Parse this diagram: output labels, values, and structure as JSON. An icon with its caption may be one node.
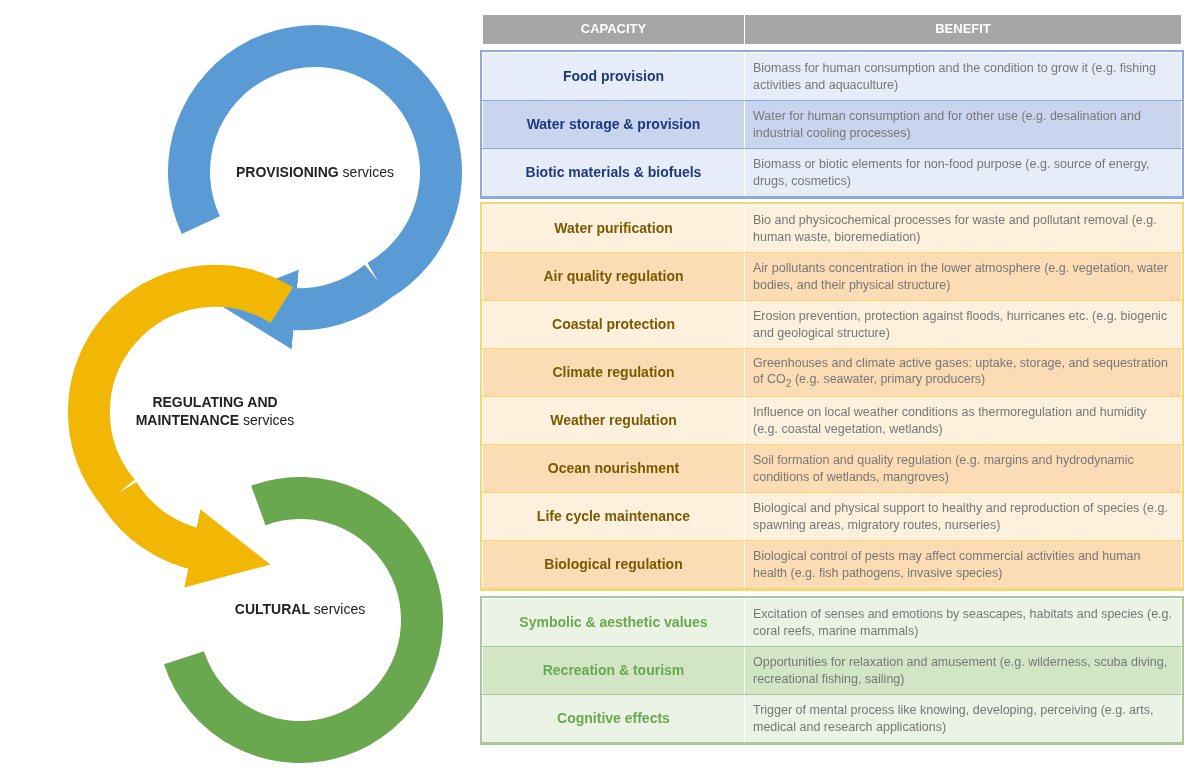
{
  "diagram": {
    "nodes": [
      {
        "text": [
          "**PROVISIONING** services"
        ]
      },
      {
        "text": [
          "**REGULATING AND MAINTENANCE** services"
        ]
      },
      {
        "text": [
          "**CULTURAL** services"
        ]
      }
    ],
    "edges": [
      {
        "from": 0,
        "to": 1,
        "arrow": "to",
        "color": "#5b9bd5"
      },
      {
        "from": 1,
        "to": 2,
        "arrow": "to",
        "color": "#f2b705"
      }
    ],
    "labels": [
      "CAPACITY",
      "BENEFIT",
      "Food provision",
      "Biomass for human consumption and the condition to grow it (e.g. fishing activities and aquaculture)",
      "Water storage & provision",
      "Water for human consumption and for other use (e.g. desalination and industrial cooling processes)",
      "Biotic materials & biofuels",
      "Biomass or biotic elements for non-food purpose (e.g. source of energy, drugs, cosmetics)",
      "Water purification",
      "Bio and physicochemical processes for waste and pollutant removal (e.g. human waste, bioremediation)",
      "Air quality regulation",
      "Air pollutants concentration in the lower atmosphere (e.g. vegetation, water bodies, and their physical structure)",
      "Coastal protection",
      "Erosion prevention, protection against floods, hurricanes etc. (e.g. biogenic and geological structure)",
      "Climate regulation",
      "Greenhouses and climate active gases: uptake, storage, and sequestration of CO$_{2}$ (e.g. seawater, primary producers)",
      "Weather regulation",
      "Influence on local weather conditions as thermoregulation and humidity (e.g. coastal vegetation, wetlands)",
      "Ocean nourishment",
      "Soil formation and quality regulation (e.g. margins and hydrodynamic conditions of wetlands, mangroves)",
      "Life cycle maintenance",
      "Biological and physical support to healthy and reproduction of species (e.g. spawning areas, migratory routes, nurseries)",
      "Biological regulation",
      "Biological control of pests may affect commercial activities and human health (e.g. fish pathogens, invasive species)",
      "Symbolic & aesthetic values",
      "Excitation of senses and emotions by seascapes, habitats and species (e.g. coral reefs, marine mammals)",
      "Recreation & tourism",
      "Opportunities for relaxation and amusement (e.g. wilderness, scuba diving, recreational fishing, sailing)",
      "Cognitive effects",
      "Trigger of mental process like knowing, developing, perceiving (e.g. arts, medical and research applications)"
    ]
  }
}
